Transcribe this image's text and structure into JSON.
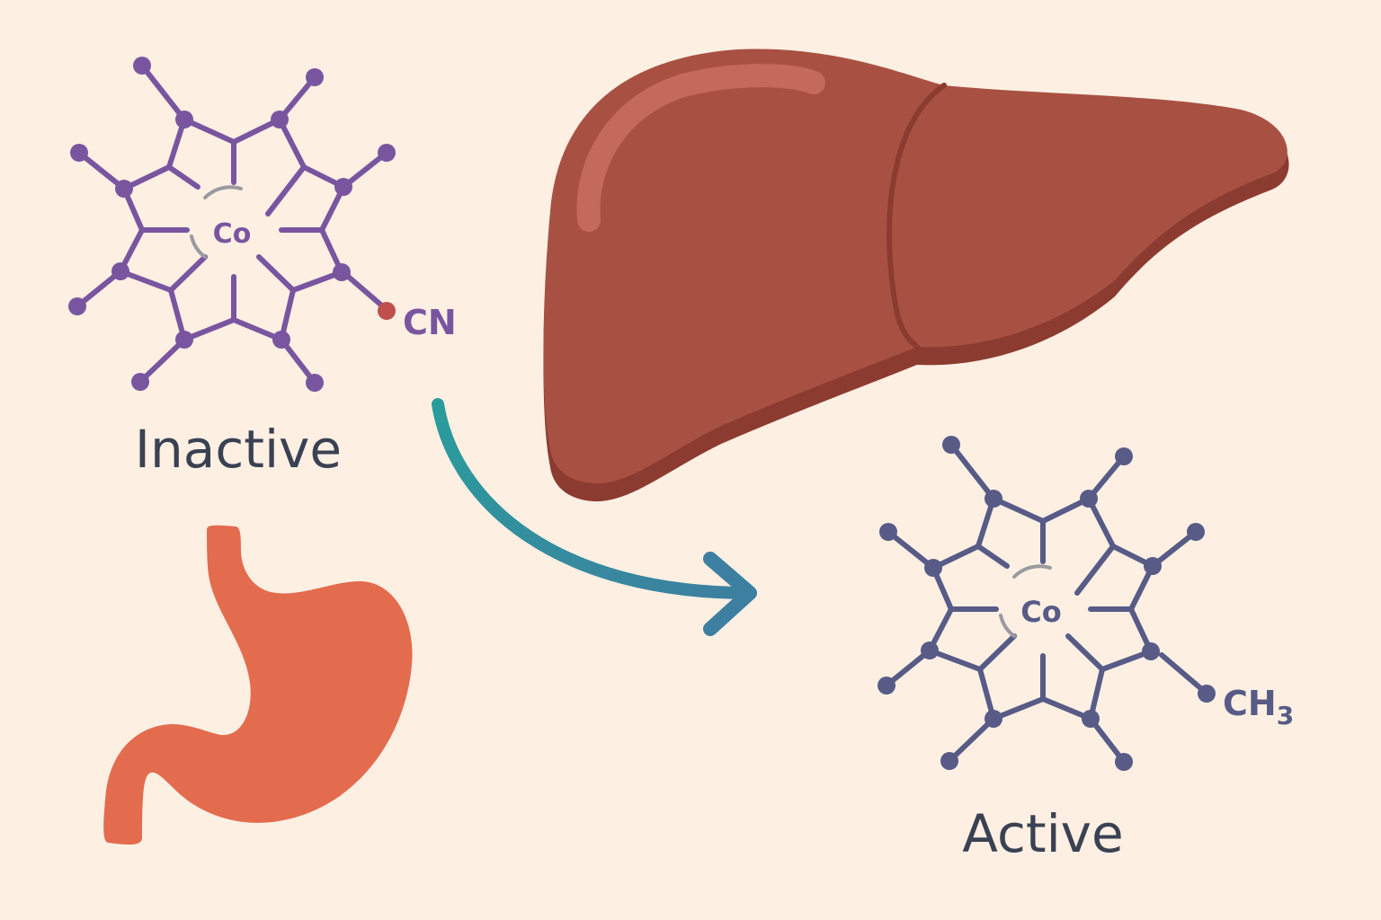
{
  "colors": {
    "background": "#fdf0e3",
    "inactive_molecule": "#7a559f",
    "active_molecule": "#575b86",
    "cyano_atom": "#c0504d",
    "arc": "#9a9a9e",
    "liver": "#a85142",
    "liver_shadow": "#8c3b30",
    "liver_highlight": "#c46a5a",
    "stomach": "#e36b4e",
    "arrow_start": "#2a9d9b",
    "arrow_end": "#3d7fa0",
    "caption_text": "#3a4152"
  },
  "icons": {
    "inactive": "cobalamin-molecule-icon",
    "active": "cobalamin-molecule-icon",
    "liver": "liver-icon",
    "stomach": "stomach-icon",
    "arrow": "curved-arrow-icon"
  },
  "inactive": {
    "center_label": "Co",
    "ligand_label": "CN",
    "caption": "Inactive"
  },
  "active": {
    "center_label": "Co",
    "ligand_label_main": "CH",
    "ligand_label_sub": "3",
    "caption": "Active"
  }
}
